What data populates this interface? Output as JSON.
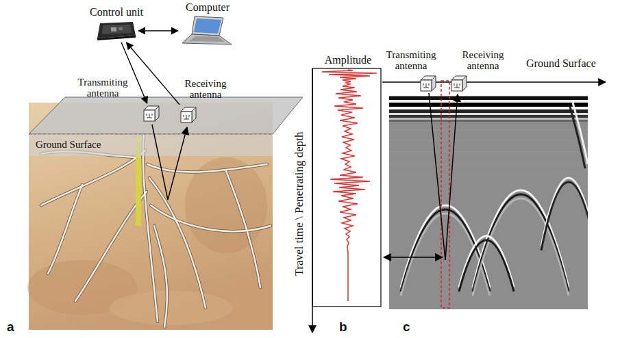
{
  "diagram": {
    "nodes": [
      {
        "text": [
          "Control unit"
        ]
      },
      {
        "text": [
          "Computer"
        ]
      },
      {
        "text": [
          "Transmiting antenna"
        ]
      },
      {
        "text": [
          "Receiving antenna"
        ]
      },
      {
        "text": [
          "Transmiting antenna"
        ]
      },
      {
        "text": [
          "Receiving antenna"
        ]
      }
    ],
    "edges": [
      {
        "from": 0,
        "to": 1,
        "arrow": "both"
      },
      {
        "from": 0,
        "to": 2,
        "arrow": "to"
      },
      {
        "from": 3,
        "to": 0,
        "arrow": "to"
      }
    ],
    "labels": [
      "Ground Surface",
      "a",
      "Amplitude",
      "Travel time \\ Penetrating depth",
      "Ground Surface",
      "b",
      "c"
    ]
  }
}
